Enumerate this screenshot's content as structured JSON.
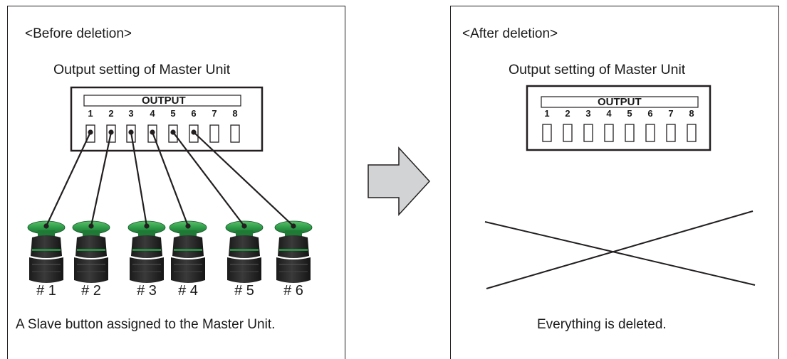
{
  "before": {
    "heading": "<Before deletion>",
    "subtitle": "Output setting of Master Unit",
    "output_label": "OUTPUT",
    "channels": [
      "1",
      "2",
      "3",
      "4",
      "5",
      "6",
      "7",
      "8"
    ],
    "slaves": [
      "# 1",
      "# 2",
      "# 3",
      "# 4",
      "# 5",
      "# 6"
    ],
    "caption": "A Slave button assigned to the Master Unit."
  },
  "after": {
    "heading": "<After deletion>",
    "subtitle": "Output setting of Master Unit",
    "output_label": "OUTPUT",
    "channels": [
      "1",
      "2",
      "3",
      "4",
      "5",
      "6",
      "7",
      "8"
    ],
    "caption": "Everything is deleted."
  },
  "colors": {
    "border": "#231f20",
    "arrow_fill": "#d1d3d4",
    "button_green": "#2e9d48",
    "button_body": "#2b2b2b"
  },
  "icons": [
    "right-arrow-icon",
    "slave-button-icon",
    "cross-mark-icon"
  ]
}
